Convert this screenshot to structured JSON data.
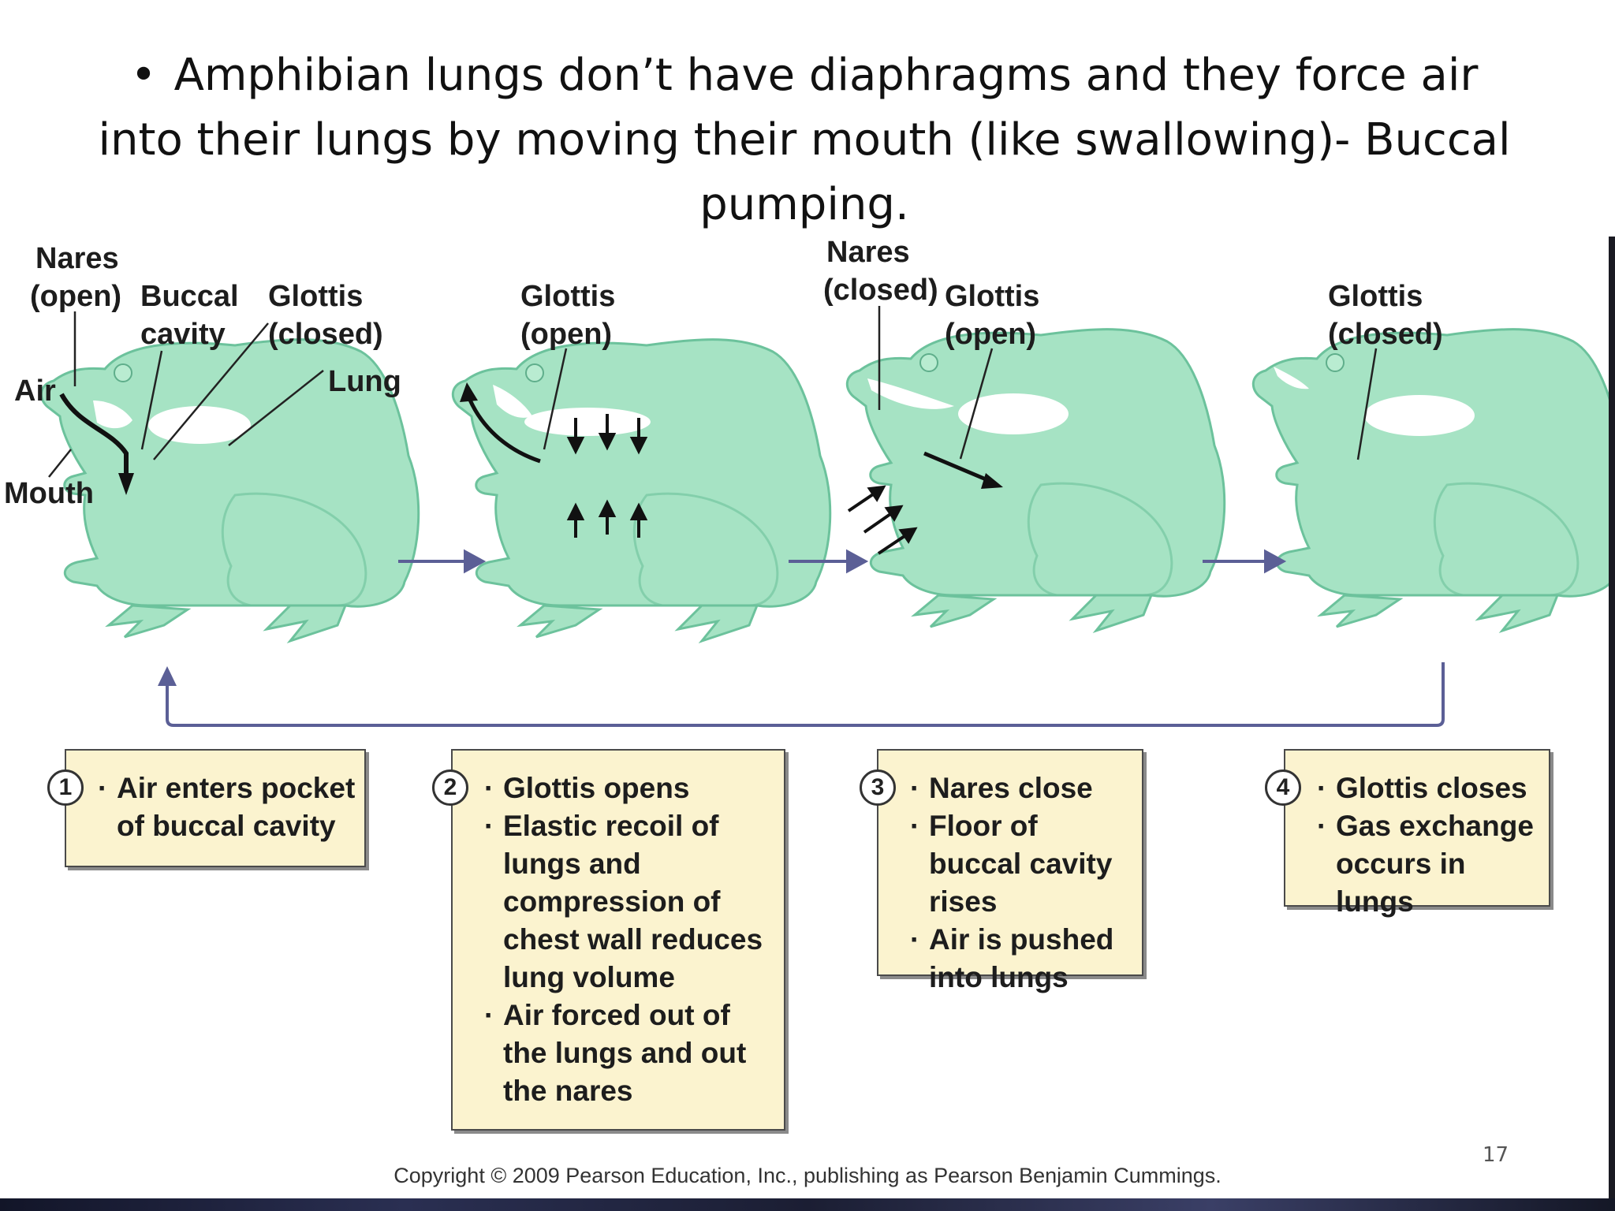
{
  "slide": {
    "bullet": "•",
    "title": "Amphibian lungs don’t have diaphragms and they force air into their lungs by moving their mouth (like swallowing)- Buccal pumping.",
    "page_number": "17"
  },
  "colors": {
    "frog_fill": "#a6e3c4",
    "frog_stroke": "#6cc29c",
    "cavity": "#ffffff",
    "arrow_flow": "#5b5f96",
    "box_fill": "#fbf3cf"
  },
  "diagram": {
    "labels": {
      "nares_open_1": "Nares",
      "nares_open_2": "(open)",
      "buccal_1": "Buccal",
      "buccal_2": "cavity",
      "glottis_closed_1": "Glottis",
      "glottis_closed_2": "(closed)",
      "air": "Air",
      "lung": "Lung",
      "mouth": "Mouth",
      "glottis_open_1": "Glottis",
      "glottis_open_2": "(open)",
      "nares_closed_1": "Nares",
      "nares_closed_2": "(closed)",
      "glottis_open3_1": "Glottis",
      "glottis_open3_2": "(open)",
      "glottis_closed4_1": "Glottis",
      "glottis_closed4_2": "(closed)"
    },
    "steps": [
      {
        "number": "1",
        "points": [
          "Air enters pocket of buccal cavity"
        ]
      },
      {
        "number": "2",
        "points": [
          "Glottis opens",
          "Elastic recoil of lungs and compression of chest wall reduces lung volume",
          "Air forced out of the lungs and out the nares"
        ]
      },
      {
        "number": "3",
        "points": [
          "Nares close",
          "Floor of buccal cavity rises",
          "Air is pushed into lungs"
        ]
      },
      {
        "number": "4",
        "points": [
          "Glottis closes",
          "Gas exchange occurs in lungs"
        ]
      }
    ],
    "copyright": "Copyright © 2009 Pearson Education, Inc., publishing as Pearson Benjamin Cummings."
  }
}
